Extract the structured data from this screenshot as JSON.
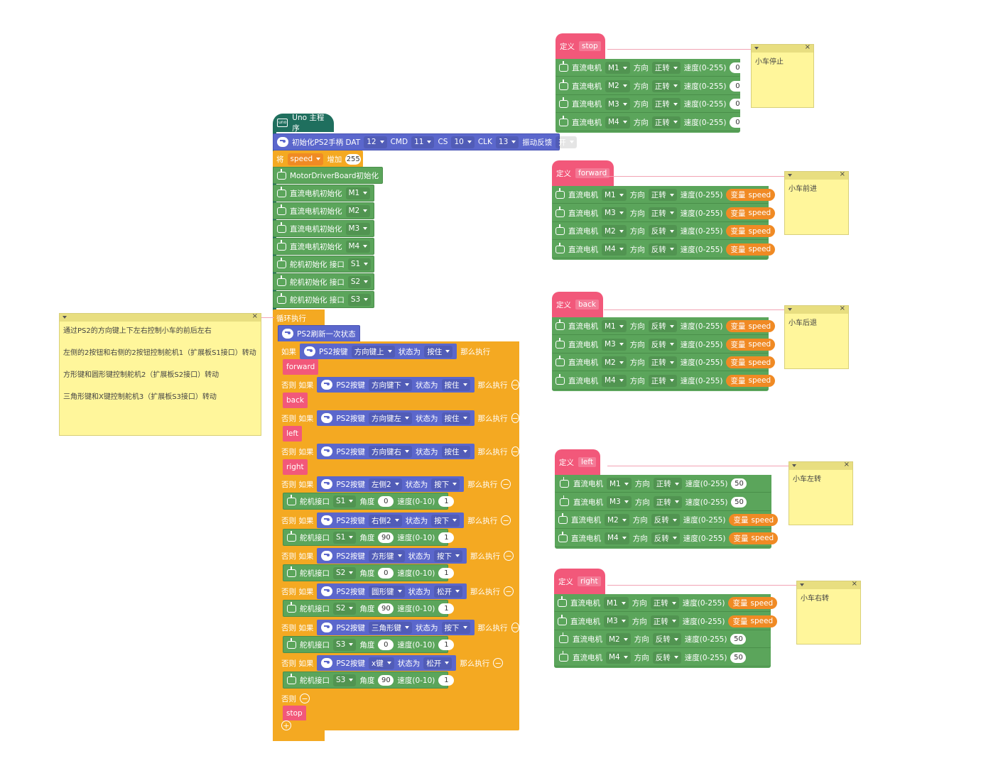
{
  "main": {
    "hat": "Uno 主程序",
    "hat_icon": "uno-board-icon",
    "init_ps2": {
      "label": "初始化PS2手柄 DAT",
      "dat": "12",
      "cmd_label": "CMD",
      "cmd": "11",
      "cs_label": "CS",
      "cs": "10",
      "clk_label": "CLK",
      "clk": "13",
      "vib_label": "振动反馈",
      "vib": "开"
    },
    "set_var": {
      "prefix": "将",
      "var": "speed",
      "op": "增加",
      "value": "255"
    },
    "mdb_init": "MotorDriverBoard初始化",
    "motor_init_label": "直流电机初始化",
    "motor_inits": [
      "M1",
      "M2",
      "M3",
      "M4"
    ],
    "servo_init_label": "舵机初始化 接口",
    "servo_inits": [
      "S1",
      "S2",
      "S3"
    ],
    "loop": "循环执行",
    "ps2_refresh": "PS2刷新一次状态",
    "if": "如果",
    "else_if": "否则 如果",
    "else": "否则",
    "then": "那么执行",
    "ps2_btn": "PS2按键",
    "state": "状态为",
    "servo_label": "舵机接口",
    "angle": "角度",
    "speed_label": "速度(0-10)",
    "conds": [
      {
        "key": "方向键上",
        "st": "按住",
        "call": "forward"
      },
      {
        "key": "方向键下",
        "st": "按住",
        "call": "back"
      },
      {
        "key": "方向键左",
        "st": "按住",
        "call": "left"
      },
      {
        "key": "方向键右",
        "st": "按住",
        "call": "right"
      },
      {
        "key": "左侧2",
        "st": "按下",
        "servo": "S1",
        "ang": "0",
        "spd": "1"
      },
      {
        "key": "右侧2",
        "st": "按下",
        "servo": "S1",
        "ang": "90",
        "spd": "1"
      },
      {
        "key": "方形键",
        "st": "按下",
        "servo": "S2",
        "ang": "0",
        "spd": "1"
      },
      {
        "key": "圆形键",
        "st": "松开",
        "servo": "S2",
        "ang": "90",
        "spd": "1"
      },
      {
        "key": "三角形键",
        "st": "按下",
        "servo": "S3",
        "ang": "0",
        "spd": "1"
      },
      {
        "key": "x键",
        "st": "松开",
        "servo": "S3",
        "ang": "90",
        "spd": "1"
      }
    ],
    "else_call": "stop"
  },
  "defs": {
    "define": "定义",
    "motor": "直流电机",
    "dir": "方向",
    "spd": "速度(0-255)",
    "var_label": "变量",
    "var": "speed",
    "procs": [
      {
        "name": "stop",
        "rows": [
          [
            "M1",
            "正转",
            "0"
          ],
          [
            "M2",
            "正转",
            "0"
          ],
          [
            "M3",
            "正转",
            "0"
          ],
          [
            "M4",
            "正转",
            "0"
          ]
        ]
      },
      {
        "name": "forward",
        "rows": [
          [
            "M1",
            "正转",
            "var"
          ],
          [
            "M3",
            "正转",
            "var"
          ],
          [
            "M2",
            "反转",
            "var"
          ],
          [
            "M4",
            "反转",
            "var"
          ]
        ]
      },
      {
        "name": "back",
        "rows": [
          [
            "M1",
            "反转",
            "var"
          ],
          [
            "M3",
            "反转",
            "var"
          ],
          [
            "M2",
            "正转",
            "var"
          ],
          [
            "M4",
            "正转",
            "var"
          ]
        ]
      },
      {
        "name": "left",
        "rows": [
          [
            "M1",
            "正转",
            "50"
          ],
          [
            "M3",
            "正转",
            "50"
          ],
          [
            "M2",
            "反转",
            "var"
          ],
          [
            "M4",
            "反转",
            "var"
          ]
        ]
      },
      {
        "name": "right",
        "rows": [
          [
            "M1",
            "正转",
            "var"
          ],
          [
            "M3",
            "正转",
            "var"
          ],
          [
            "M2",
            "反转",
            "50"
          ],
          [
            "M4",
            "反转",
            "50"
          ]
        ]
      }
    ]
  },
  "notes": {
    "main": "通过PS2的方向键上下左右控制小车的前后左右\n\n左侧的2按钮和右侧的2按钮控制舵机1（扩展板S1接口）转动\n\n方形键和圆形键控制舵机2（扩展板S2接口）转动\n\n三角形键和X键控制舵机3（扩展板S3接口）转动",
    "stop": "小车停止",
    "forward": "小车前进",
    "back": "小车后退",
    "left": "小车左转",
    "right": "小车右转"
  },
  "colors": {
    "control": "#f4a922",
    "motor": "#5ba55b",
    "ps2": "#5b67cc",
    "proc": "#f2587a",
    "variable": "#f08a24",
    "note": "#fff69b"
  }
}
